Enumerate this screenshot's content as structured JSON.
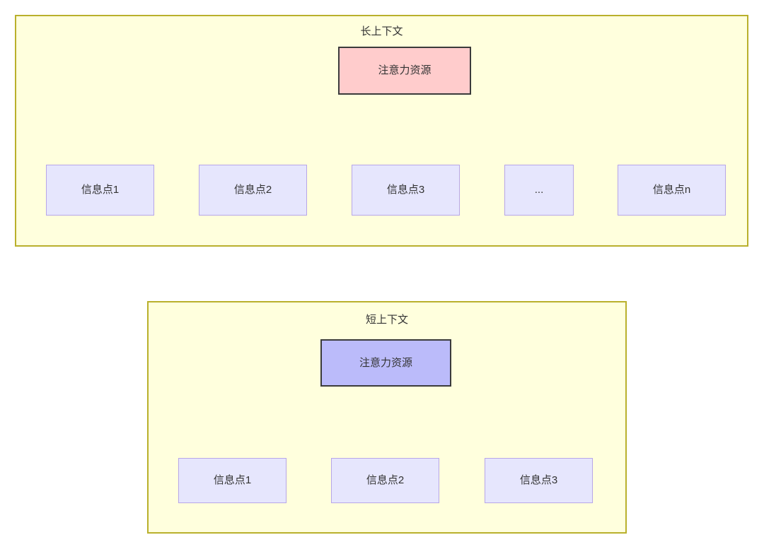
{
  "diagram": {
    "title_visible": false,
    "panels": [
      {
        "id": "long-context",
        "title": "长上下文",
        "frame_color": "#b9b02c",
        "fill_color": "#ffffdd",
        "root": {
          "label": "注意力资源",
          "fill_color": "#ffcccc",
          "border_color": "#3b3b3b"
        },
        "children": [
          {
            "label": "信息点1",
            "fill_color": "#e6e6fd",
            "border_color": "#b7a6e8"
          },
          {
            "label": "信息点2",
            "fill_color": "#e6e6fd",
            "border_color": "#b7a6e8"
          },
          {
            "label": "信息点3",
            "fill_color": "#e6e6fd",
            "border_color": "#b7a6e8"
          },
          {
            "label": "...",
            "fill_color": "#e6e6fd",
            "border_color": "#b7a6e8"
          },
          {
            "label": "信息点n",
            "fill_color": "#e6e6fd",
            "border_color": "#b7a6e8"
          }
        ]
      },
      {
        "id": "short-context",
        "title": "短上下文",
        "frame_color": "#b9b02c",
        "fill_color": "#ffffdd",
        "root": {
          "label": "注意力资源",
          "fill_color": "#bbbbfa",
          "border_color": "#3b3b3b"
        },
        "children": [
          {
            "label": "信息点1",
            "fill_color": "#e6e6fd",
            "border_color": "#b7a6e8"
          },
          {
            "label": "信息点2",
            "fill_color": "#e6e6fd",
            "border_color": "#b7a6e8"
          },
          {
            "label": "信息点3",
            "fill_color": "#e6e6fd",
            "border_color": "#b7a6e8"
          }
        ]
      }
    ],
    "edge_color": "#333333",
    "background_color": "#ffffff"
  }
}
